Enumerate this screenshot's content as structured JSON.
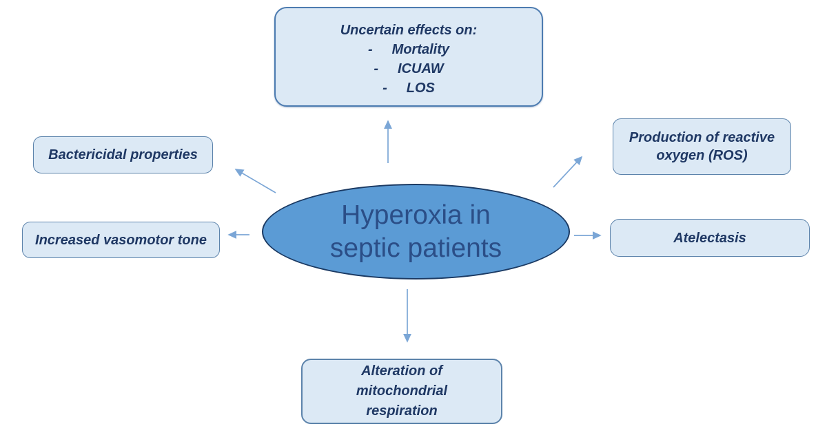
{
  "center_node": {
    "line1": "Hyperoxia in",
    "line2": "septic patients"
  },
  "boxes": {
    "uncertain": {
      "heading": "Uncertain effects on:",
      "bullet": "-",
      "items": [
        "Mortality",
        "ICUAW",
        "LOS"
      ]
    },
    "bactericidal": {
      "label": "Bactericidal properties"
    },
    "ros": {
      "label": "Production of reactive oxygen (ROS)"
    },
    "vasomotor": {
      "label": "Increased vasomotor tone"
    },
    "atelectasis": {
      "label": "Atelectasis"
    },
    "mitochondrial": {
      "label": "Alteration of mitochondrial respiration"
    }
  },
  "colors": {
    "background": "#ffffff",
    "ellipse_fill": "#5b9bd5",
    "ellipse_border": "#1b3a63",
    "ellipse_text": "#2b4e87",
    "box_fill": "#dce9f5",
    "box_border": "#5c83ab",
    "box_border_strong": "#4c7bb0",
    "box_text": "#1f3864",
    "arrow": "#7ba6d6"
  }
}
